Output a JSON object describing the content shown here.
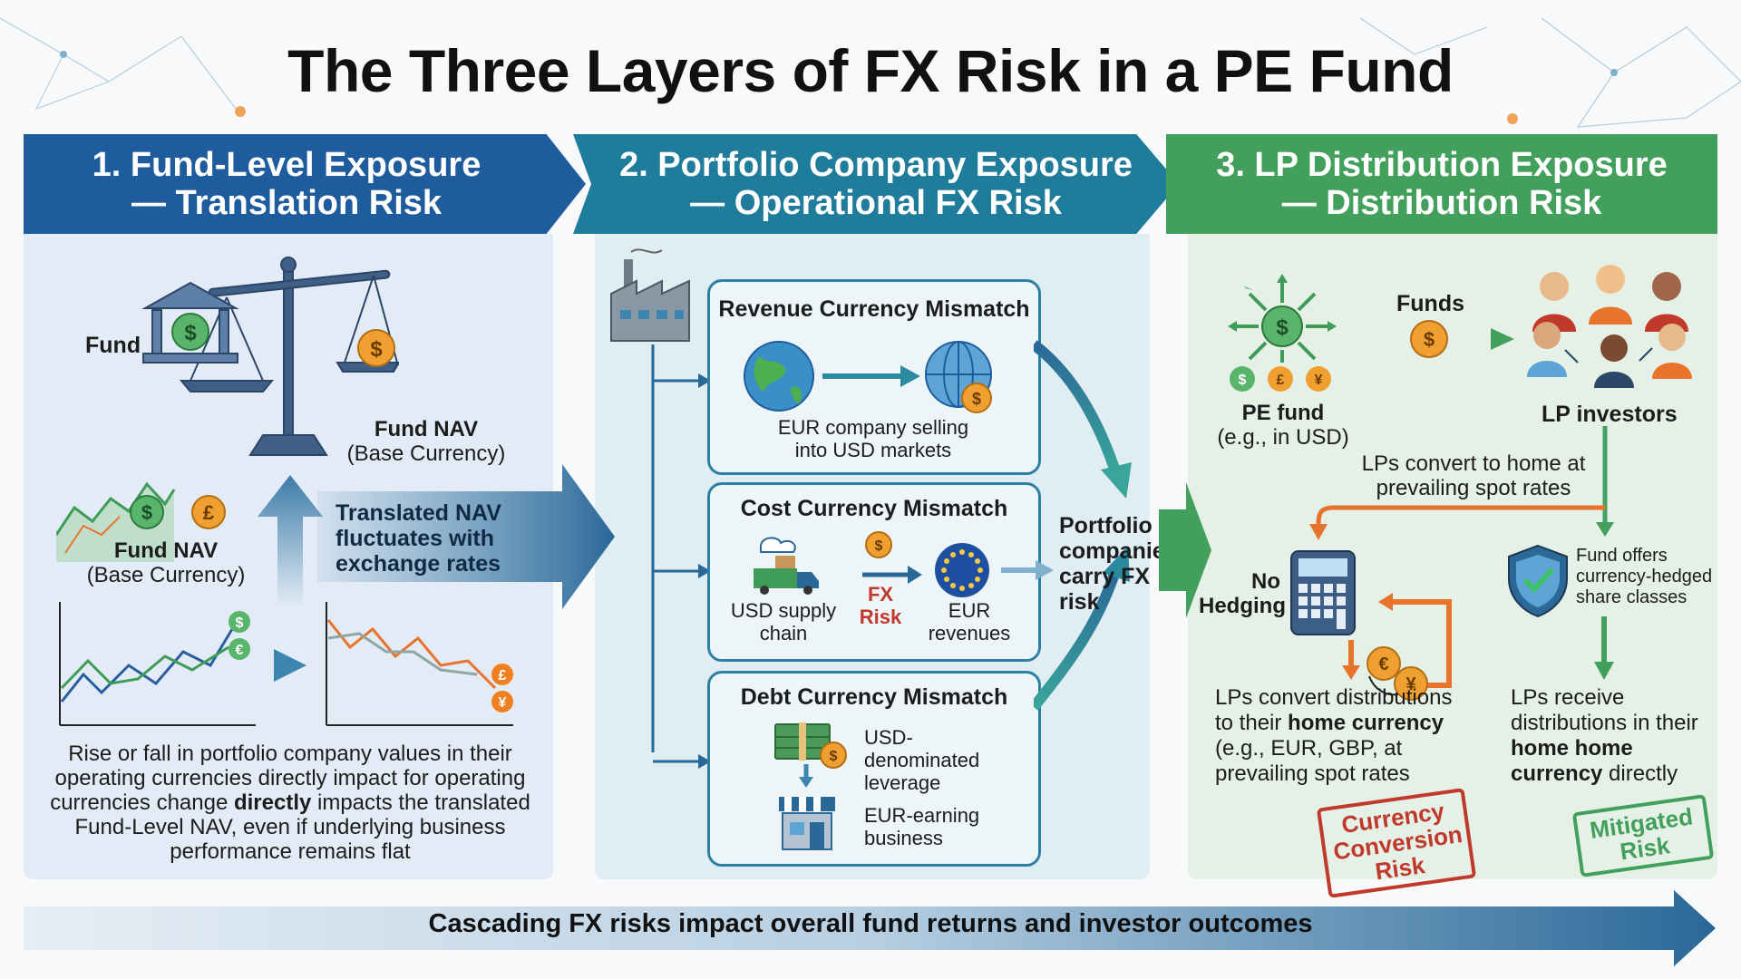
{
  "title": "The Three Layers of FX Risk in a PE Fund",
  "colors": {
    "blue": "#1f5c9e",
    "teal": "#1f7c9a",
    "green": "#43a05c",
    "orange": "#e8742c",
    "red": "#c0392b"
  },
  "section1": {
    "heading_line1": "1. Fund-Level Exposure",
    "heading_line2": "— Translation Risk",
    "fund_label": "Fund",
    "nav_label": "Fund NAV",
    "nav_sublabel": "(Base Currency)",
    "nav_label2": "Fund NAV",
    "nav_sublabel2": "(Base Currency)",
    "translated_text": "Translated NAV fluctuates with exchange rates",
    "description_before": "Rise or fall in portfolio company values in their operating currencies directly impact for operating currencies change ",
    "description_bold": "directly",
    "description_after": " impacts the translated Fund-Level NAV, even if underlying business performance remains flat"
  },
  "section2": {
    "heading_line1": "2. Portfolio Company Exposure",
    "heading_line2": "— Operational FX Risk",
    "revenue": {
      "title": "Revenue Currency Mismatch",
      "caption": "EUR company selling into USD markets"
    },
    "cost": {
      "title": "Cost Currency Mismatch",
      "left_label": "USD supply chain",
      "mid_label": "FX Risk",
      "right_label": "EUR revenues"
    },
    "debt": {
      "title": "Debt Currency Mismatch",
      "top_label": "USD-denominated leverage",
      "bottom_label": "EUR-earning business"
    },
    "carry_text": "Portfolio companies carry FX risk"
  },
  "section3": {
    "heading_line1": "3. LP Distribution Exposure",
    "heading_line2": "— Distribution Risk",
    "funds_label": "Funds",
    "pe_fund_label": "PE fund",
    "pe_fund_sub": "(e.g., in USD)",
    "lp_label": "LP investors",
    "convert_text": "LPs convert to home at prevailing spot rates",
    "no_hedging": "No Hedging",
    "hedged_text": "Fund offers currency-hedged share classes",
    "left_desc_1": "LPs convert distributions to their ",
    "left_desc_bold": "home currency",
    "left_desc_2": " (e.g., EUR, GBP, at prevailing spot rates",
    "right_desc_1": "LPs receive distributions in their ",
    "right_desc_bold": "home home currency",
    "right_desc_2": " directly",
    "stamp_red": "Currency Conversion Risk",
    "stamp_green": "Mitigated Risk"
  },
  "footer": "Cascading FX risks impact overall fund returns and investor outcomes"
}
